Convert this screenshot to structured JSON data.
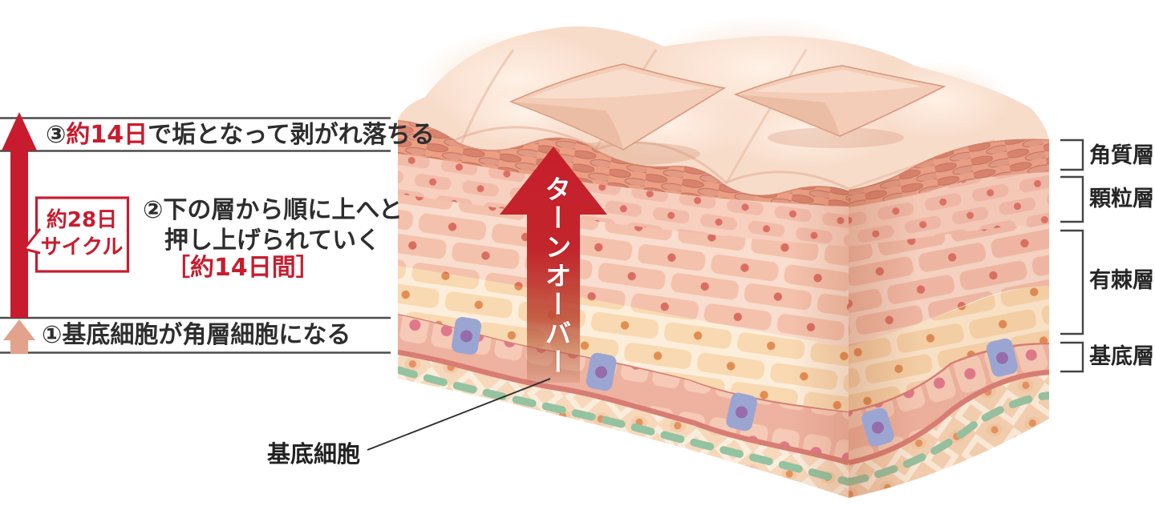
{
  "left_panel": {
    "step3": {
      "prefix": "③",
      "highlight": "約14日",
      "suffix": "で垢となって剥がれ落ちる"
    },
    "step2": {
      "line1": "②下の層から順に上へと",
      "line2": "押し上げられていく",
      "duration": "［約14日間］"
    },
    "step1": {
      "text": "①基底細胞が角層細胞になる"
    },
    "cycle_badge": {
      "line1": "約28日",
      "line2": "サイクル"
    }
  },
  "illustration": {
    "arrow_label": "ターンオーバー",
    "basal_cell_label": "基底細胞"
  },
  "layer_labels": [
    {
      "label": "角質層"
    },
    {
      "label": "顆粒層"
    },
    {
      "label": "有棘層"
    },
    {
      "label": "基底層"
    }
  ],
  "colors": {
    "accent_red": "#c81c2e",
    "salmon_arrow": "#e3a28c",
    "annotation_line": "#4b4b4b",
    "skin_surface": "#f8dcca",
    "corneum_oval": "#d8836d",
    "granular_cell": "#f2bcab",
    "spinous_brick_upper": "#f4c1ac",
    "spinous_brick_lower": "#f9d9b2",
    "basal_border": "#d87d74",
    "basal_cell": "#f6cab6",
    "basal_nucleus": "#e0788c",
    "blue_cell": "#9ba5d2",
    "dermis_bg": "#f7d8bb",
    "green_dash": "#93c3a1",
    "label_text": "#262626"
  }
}
